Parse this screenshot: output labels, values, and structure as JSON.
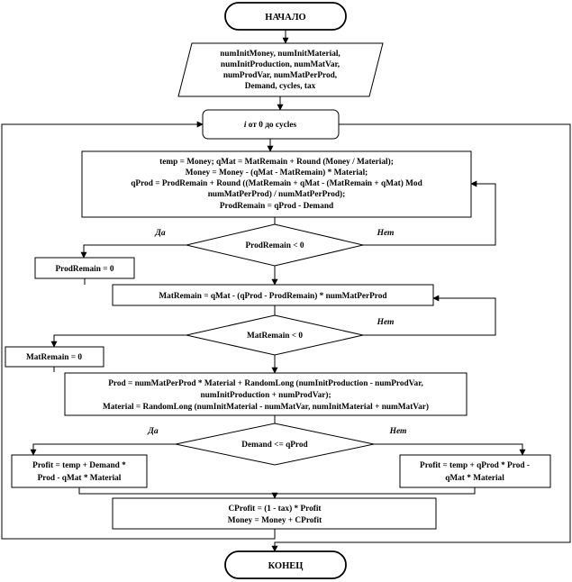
{
  "start": "НАЧАЛО",
  "end": "КОНЕЦ",
  "input": [
    "numInitMoney, numInitMaterial,",
    "numInitProduction, numMatVar,",
    "numProdVar, numMatPerProd,",
    "Demand, cycles, tax"
  ],
  "loop": {
    "var": "i",
    "rest": " от 0 до cycles"
  },
  "block1": [
    "temp = Money; qMat = MatRemain + Round (Money / Material);",
    "Money = Money - (qMat - MatRemain) * Material;",
    "qProd = ProdRemain + Round ((MatRemain + qMat - (MatRemain + qMat) Mod",
    "numMatPerProd) / numMatPerProd);",
    "ProdRemain = qProd - Demand"
  ],
  "dec1": "ProdRemain < 0",
  "dec1_yes": "Да",
  "dec1_no": "Нет",
  "set_prod": "ProdRemain = 0",
  "block2": "MatRemain = qMat - (qProd - ProdRemain) * numMatPerProd",
  "dec2": "MatRemain < 0",
  "dec2_no": "Нет",
  "set_mat": "MatRemain = 0",
  "block3": [
    "Prod = numMatPerProd * Material + RandomLong (numInitProduction - numProdVar,",
    "numInitProduction + numProdVar);",
    "Material = RandomLong (numInitMaterial - numMatVar, numInitMaterial + numMatVar)"
  ],
  "dec3": "Demand <= qProd",
  "dec3_yes": "Да",
  "dec3_no": "Нет",
  "profit_left": [
    "Profit = temp + Demand *",
    "Prod - qMat * Material"
  ],
  "profit_right": [
    "Profit = temp + qProd * Prod -",
    "qMat * Material"
  ],
  "block4": [
    "CProfit = (1 - tax) * Profit",
    "Money = Money + CProfit"
  ]
}
